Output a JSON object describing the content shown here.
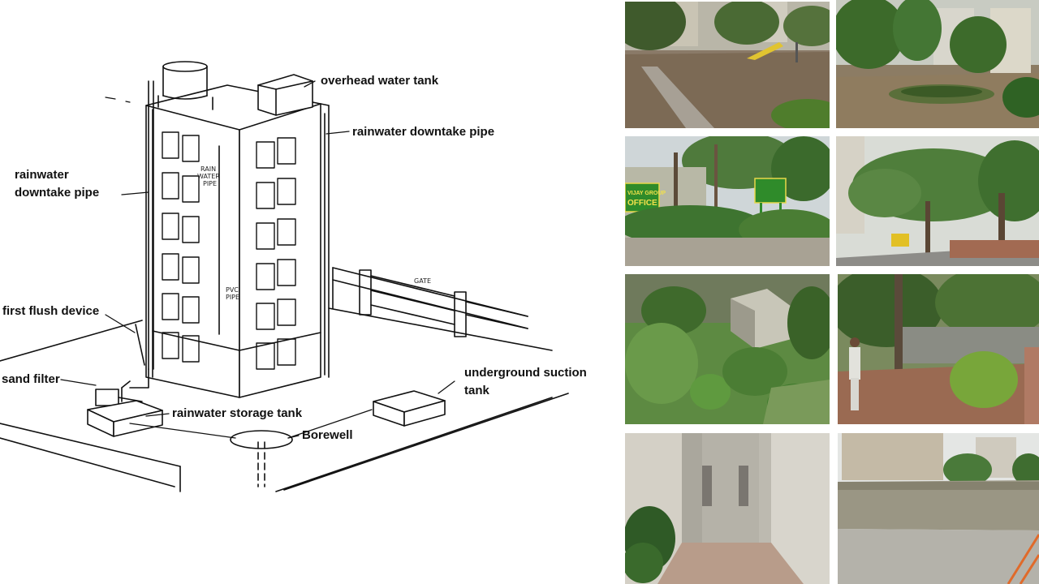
{
  "diagram": {
    "labels": {
      "overhead_tank": "overhead  water tank",
      "downtake_right": "rainwater downtake pipe",
      "downtake_left_1": "rainwater",
      "downtake_left_2": "downtake pipe",
      "first_flush": "first flush device",
      "sand_filter": "sand filter",
      "storage_tank": "rainwater storage tank",
      "suction_tank_1": "underground suction",
      "suction_tank_2": "tank",
      "borewell": "Borewell"
    },
    "handwritten": {
      "rain_1": "RAIN",
      "rain_2": "WATER",
      "rain_3": "PIPE",
      "pvc_1": "PVC",
      "pvc_2": "PIPE",
      "gate": "GATE"
    }
  },
  "photos": {
    "office_sign_1": "VIJAY GROUP",
    "office_sign_2": "OFFICE"
  }
}
